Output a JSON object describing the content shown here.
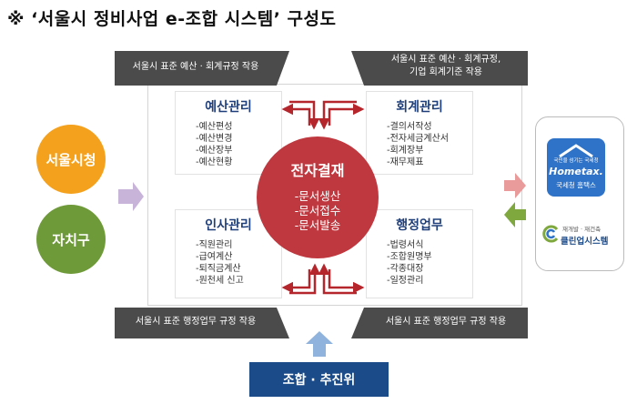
{
  "title": "※ ‘서울시 정비사업 e-조합 시스템’ 구성도",
  "banners": {
    "top_left": "서울시  표준 예산 · 회계규정 작용",
    "top_right_line1": "서울시 표준 예산 · 회계규정,",
    "top_right_line2": "기업 회계기준 작용",
    "bottom_left": "서울시 표준  행정업무 규정 작용",
    "bottom_right": "서울시 표준 행정업무 규정 작용"
  },
  "modules": {
    "budget": {
      "title": "예산관리",
      "items": [
        "-예산편성",
        "-예산변경",
        "-예산장부",
        "-예산현황"
      ]
    },
    "accounting": {
      "title": "회계관리",
      "items": [
        "-결의서작성",
        "-전자세금계산서",
        "-회계장부",
        "-재무제표"
      ]
    },
    "hr": {
      "title": "인사관리",
      "items": [
        "-직원관리",
        "-급여계산",
        "-퇴직금계산",
        "-원천세 신고"
      ]
    },
    "admin": {
      "title": "행정업무",
      "items": [
        "-법령서식",
        "-조합원명부",
        "-각종대장",
        "-일정관리"
      ]
    }
  },
  "center": {
    "title": "전자결재",
    "items": [
      "-문서생산",
      "-문서접수",
      "-문서발송"
    ]
  },
  "left": {
    "seoul": "서울시청",
    "district": "자치구"
  },
  "right": {
    "hometax_logo": "Hometax.",
    "hometax_tagline": "국민을 섬기는 국세청",
    "hometax_label": "국세청 홈택스",
    "cleanup_top": "재개발 · 재건축",
    "cleanup_label": "클린업시스템"
  },
  "bottom": {
    "label": "조합 · 추진위"
  },
  "colors": {
    "seoul_circle": "#f4a11d",
    "district_circle": "#6f9a3a",
    "center_circle": "#c0383f",
    "banner": "#4b4b4b",
    "module_title": "#1f3f7a",
    "bottom_box": "#1c4b8a",
    "arrow_red": "#b5262c",
    "arrow_left_in": "#c9b4d9",
    "arrow_right_out": "#e99a9a",
    "arrow_right_in": "#7fa93f",
    "arrow_bottom": "#8fb3dd",
    "hometax_bg": "#2f73c8"
  },
  "icons": [
    "house-roof-icon",
    "cleanup-swirl-icon"
  ]
}
